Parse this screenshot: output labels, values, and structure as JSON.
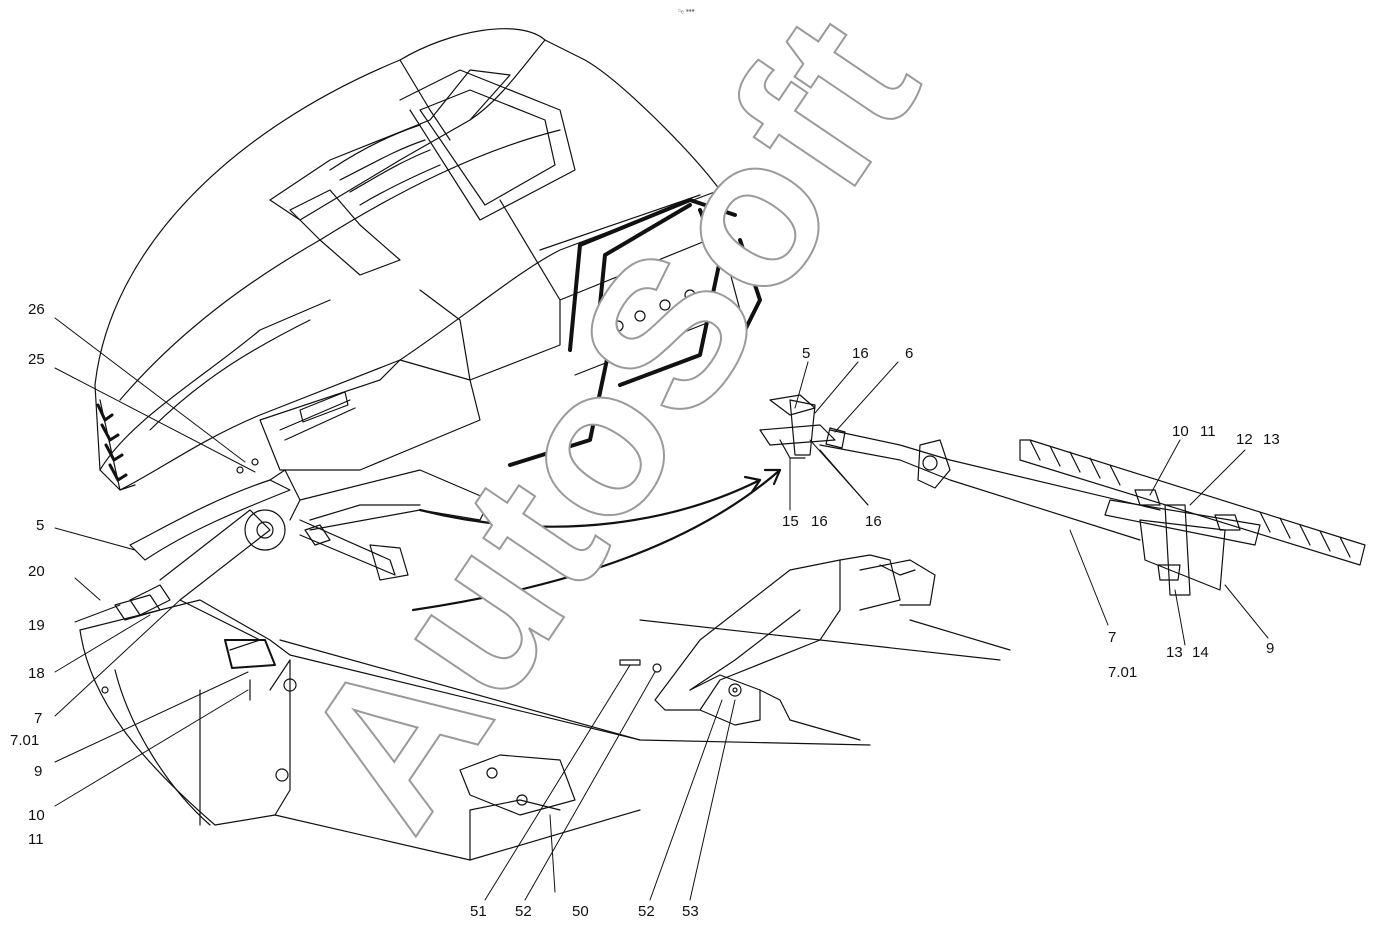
{
  "watermark": "AutoSoft",
  "corner_mark": "▫ₑ ▪▪▪",
  "callouts": [
    {
      "id": "c26",
      "text": "26"
    },
    {
      "id": "c25",
      "text": "25"
    },
    {
      "id": "c5a",
      "text": "5"
    },
    {
      "id": "c20",
      "text": "20"
    },
    {
      "id": "c19",
      "text": "19"
    },
    {
      "id": "c18",
      "text": "18"
    },
    {
      "id": "c7a",
      "text": "7"
    },
    {
      "id": "c701a",
      "text": "7.01"
    },
    {
      "id": "c9a",
      "text": "9"
    },
    {
      "id": "c10a",
      "text": "10"
    },
    {
      "id": "c11a",
      "text": "11"
    },
    {
      "id": "c5b",
      "text": "5"
    },
    {
      "id": "c16a",
      "text": "16"
    },
    {
      "id": "c6",
      "text": "6"
    },
    {
      "id": "c15",
      "text": "15"
    },
    {
      "id": "c16b",
      "text": "16"
    },
    {
      "id": "c16c",
      "text": "16"
    },
    {
      "id": "c10b",
      "text": "10"
    },
    {
      "id": "c11b",
      "text": "11"
    },
    {
      "id": "c12",
      "text": "12"
    },
    {
      "id": "c13a",
      "text": "13"
    },
    {
      "id": "c7b",
      "text": "7"
    },
    {
      "id": "c701b",
      "text": "7.01"
    },
    {
      "id": "c13b",
      "text": "13"
    },
    {
      "id": "c14",
      "text": "14"
    },
    {
      "id": "c9b",
      "text": "9"
    },
    {
      "id": "c51",
      "text": "51"
    },
    {
      "id": "c52a",
      "text": "52"
    },
    {
      "id": "c50",
      "text": "50"
    },
    {
      "id": "c52b",
      "text": "52"
    },
    {
      "id": "c53",
      "text": "53"
    }
  ]
}
